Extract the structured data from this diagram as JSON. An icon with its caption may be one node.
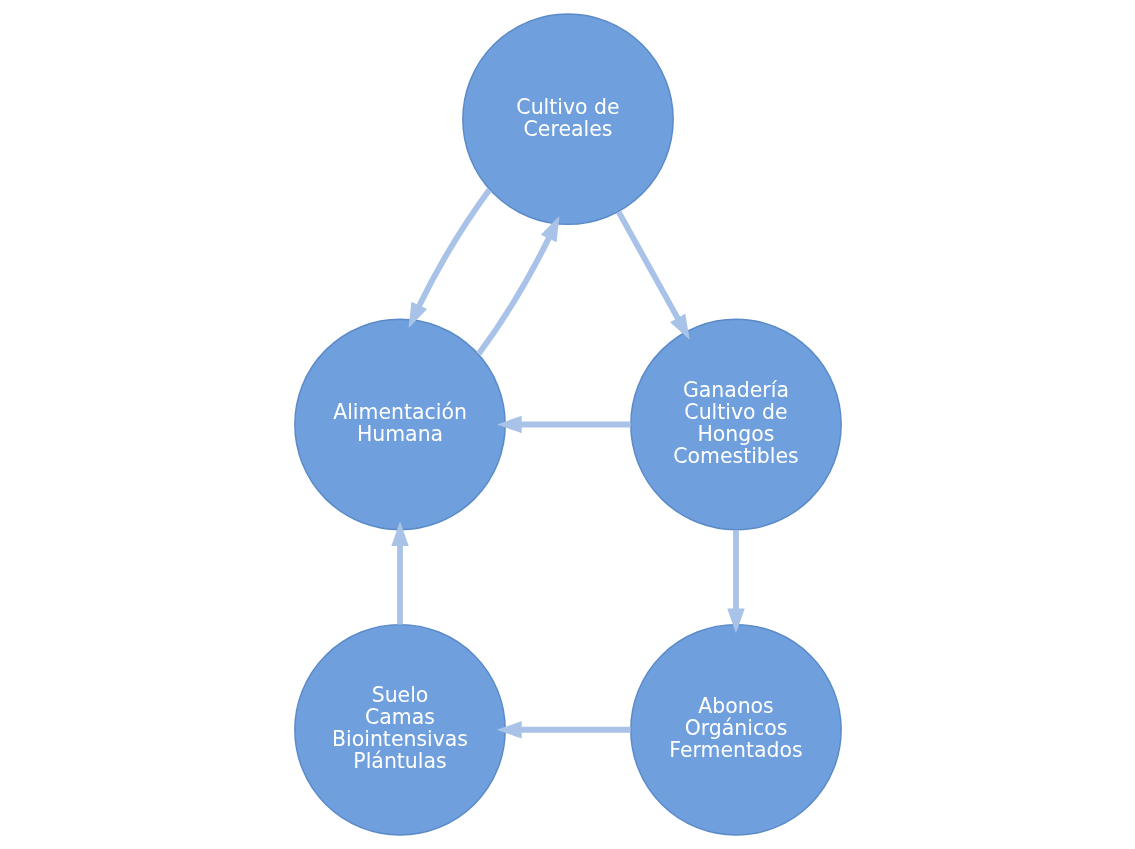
{
  "diagram": {
    "nodes": [
      {
        "text": [
          "Cultivo de Cereales"
        ]
      },
      {
        "text": [
          "Alimentación Humana"
        ]
      },
      {
        "text": [
          "Ganadería",
          "Cultivo de Hongos Comestibles"
        ]
      },
      {
        "text": [
          "Suelo",
          "Camas Biointensivas",
          "Plántulas"
        ]
      },
      {
        "text": [
          "Abonos Orgánicos Fermentados"
        ]
      }
    ],
    "edges": [
      {
        "from": 1,
        "to": 0,
        "arrow": "to"
      },
      {
        "from": 0,
        "to": 2,
        "arrow": "to"
      },
      {
        "from": 2,
        "to": 4,
        "arrow": "to"
      },
      {
        "from": 4,
        "to": 3,
        "arrow": "to"
      },
      {
        "from": 3,
        "to": 1,
        "arrow": "to"
      },
      {
        "from": 0,
        "to": 1,
        "arrow": "to"
      },
      {
        "from": 2,
        "to": 1,
        "arrow": "to"
      }
    ]
  }
}
